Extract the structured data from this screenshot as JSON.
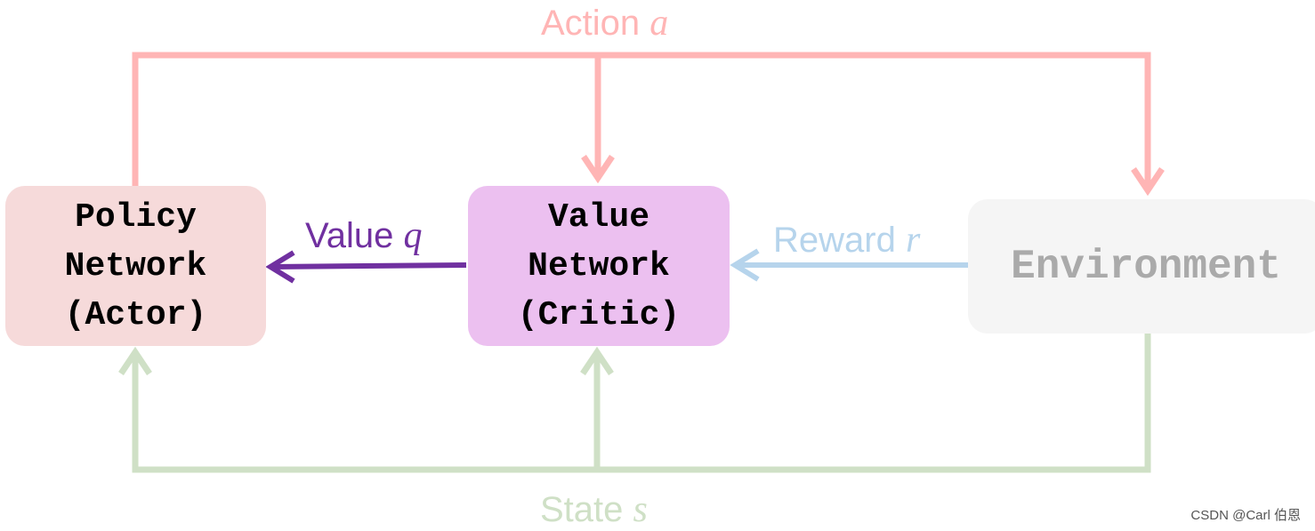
{
  "nodes": {
    "policy": {
      "line1": "Policy",
      "line2": "Network",
      "line3": "(Actor)"
    },
    "critic": {
      "line1": "Value",
      "line2": "Network",
      "line3": "(Critic)"
    },
    "environment": {
      "label": "Environment"
    }
  },
  "labels": {
    "action": {
      "text": "Action ",
      "symbol": "a"
    },
    "value": {
      "text": "Value ",
      "symbol": "q"
    },
    "reward": {
      "text": "Reward ",
      "symbol": "r"
    },
    "state": {
      "text": "State ",
      "symbol": "s"
    }
  },
  "colors": {
    "action": "#ffb5b5",
    "value": "#7030a0",
    "reward": "#b6d4ec",
    "state": "#cfe0c6"
  },
  "watermark": "CSDN @Carl 伯恩"
}
